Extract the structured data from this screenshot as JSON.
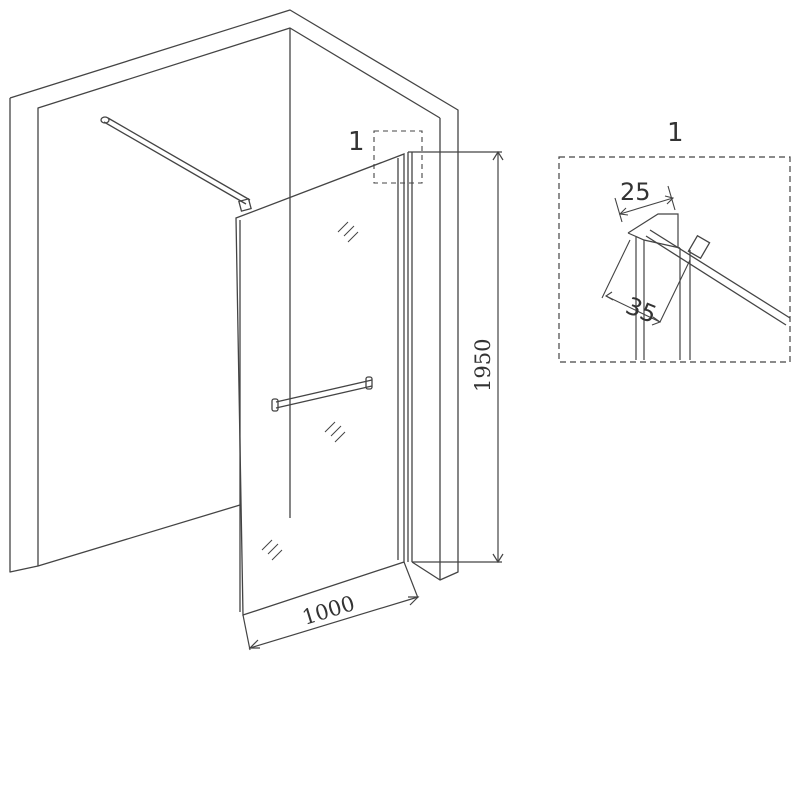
{
  "diagram": {
    "callout_marker": "1",
    "dimensions": {
      "height": "1950",
      "width": "1000"
    }
  },
  "detail": {
    "title": "1",
    "dimensions": {
      "top": "25",
      "depth": "35"
    }
  },
  "colors": {
    "line": "#3a3a3a",
    "background": "#ffffff"
  }
}
